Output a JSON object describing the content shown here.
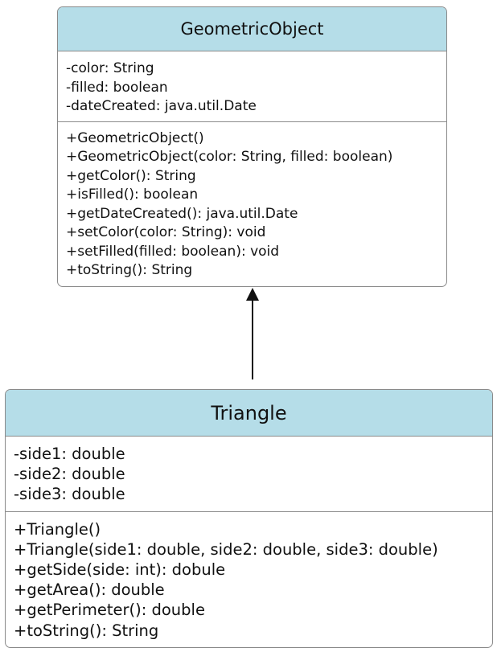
{
  "classes": {
    "geometric_object": {
      "name": "GeometricObject",
      "attributes": [
        "-color: String",
        "-filled: boolean",
        "-dateCreated: java.util.Date"
      ],
      "methods": [
        "+GeometricObject()",
        "+GeometricObject(color: String, filled: boolean)",
        "+getColor(): String",
        "+isFilled(): boolean",
        "+getDateCreated(): java.util.Date",
        "+setColor(color: String): void",
        "+setFilled(filled: boolean): void",
        "+toString(): String"
      ]
    },
    "triangle": {
      "name": "Triangle",
      "attributes": [
        "-side1: double",
        "-side2: double",
        "-side3: double"
      ],
      "methods": [
        "+Triangle()",
        "+Triangle(side1: double, side2: double, side3: double)",
        "+getSide(side: int): dobule",
        "+getArea(): double",
        "+getPerimeter(): double",
        "+toString(): String"
      ]
    }
  },
  "style": {
    "header_fill": "#b5dde8",
    "border_color": "#8a8a8a",
    "arrow_color": "#111111"
  }
}
